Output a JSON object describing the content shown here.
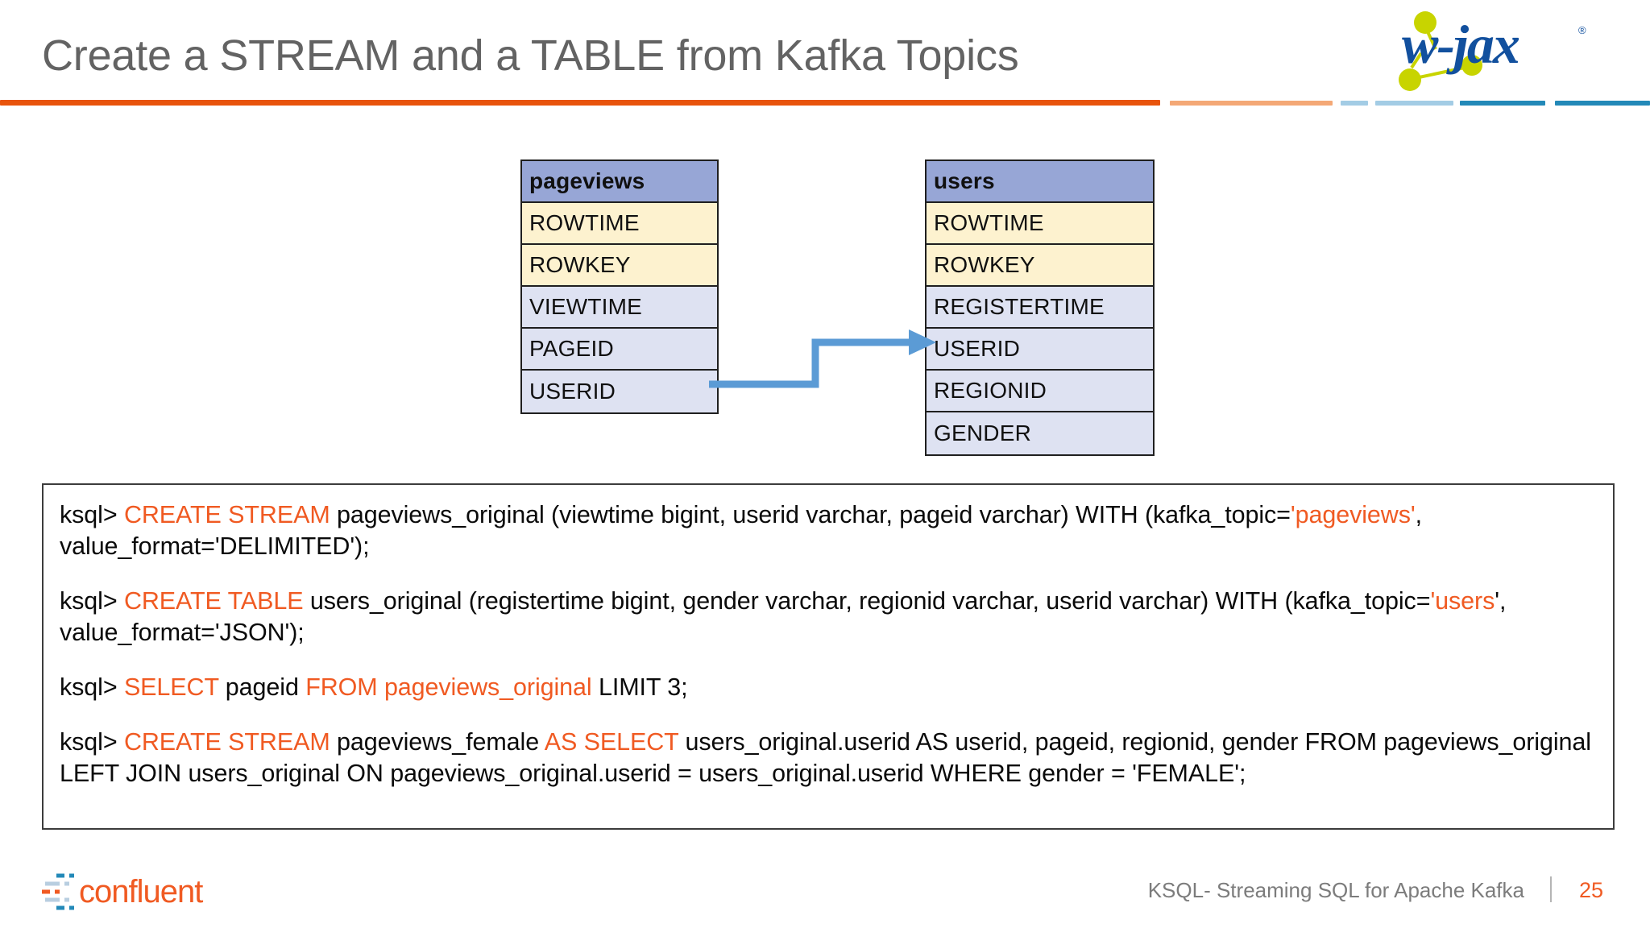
{
  "slide": {
    "title": "Create a STREAM and a TABLE from Kafka Topics",
    "brand_logo": "wjax-logo",
    "accent_orange": "#F05A22",
    "accent_blue": "#2389B8"
  },
  "divider": {
    "segments": [
      {
        "name": "orange-main",
        "color": "#E8540C"
      },
      {
        "name": "orange-light",
        "color": "#F4A876"
      },
      {
        "name": "blue-light-1",
        "color": "#A3CCE5"
      },
      {
        "name": "blue-light-2",
        "color": "#A3CCE5"
      },
      {
        "name": "blue-dark-1",
        "color": "#2389B8"
      },
      {
        "name": "blue-dark-2",
        "color": "#2389B8"
      }
    ]
  },
  "diagram": {
    "arrow_color": "#5B9BD5",
    "arrow_label": "join-on-userid",
    "tables": [
      {
        "name": "pageviews",
        "header": "pageviews",
        "header_color": "#97A6D6",
        "meta_color": "#FDF2CF",
        "field_color": "#DEE2F2",
        "rows": [
          {
            "label": "ROWTIME",
            "kind": "meta"
          },
          {
            "label": "ROWKEY",
            "kind": "meta"
          },
          {
            "label": "VIEWTIME",
            "kind": "field"
          },
          {
            "label": "PAGEID",
            "kind": "field"
          },
          {
            "label": "USERID",
            "kind": "field"
          }
        ]
      },
      {
        "name": "users",
        "header": "users",
        "header_color": "#97A6D6",
        "meta_color": "#FDF2CF",
        "field_color": "#DEE2F2",
        "rows": [
          {
            "label": "ROWTIME",
            "kind": "meta"
          },
          {
            "label": "ROWKEY",
            "kind": "meta"
          },
          {
            "label": "REGISTERTIME",
            "kind": "field"
          },
          {
            "label": "USERID",
            "kind": "field"
          },
          {
            "label": "REGIONID",
            "kind": "field"
          },
          {
            "label": "GENDER",
            "kind": "field"
          }
        ]
      }
    ]
  },
  "code": {
    "keyword_color": "#F05A22",
    "text_color": "#0A0A0A",
    "statements": [
      {
        "id": "create-stream-pageviews",
        "parts": [
          {
            "t": "ksql> ",
            "kw": false
          },
          {
            "t": "CREATE STREAM",
            "kw": true
          },
          {
            "t": " pageviews_original (viewtime bigint, userid varchar, pageid varchar) WITH (kafka_topic=",
            "kw": false
          },
          {
            "t": "'pageviews'",
            "kw": true
          },
          {
            "t": ", value_format='DELIMITED');",
            "kw": false
          }
        ]
      },
      {
        "id": "create-table-users",
        "parts": [
          {
            "t": "ksql> ",
            "kw": false
          },
          {
            "t": "CREATE TABLE",
            "kw": true
          },
          {
            "t": " users_original (registertime bigint, gender varchar, regionid varchar, userid varchar) WITH (kafka_topic=",
            "kw": false
          },
          {
            "t": "'users",
            "kw": true
          },
          {
            "t": "', value_format='JSON');",
            "kw": false
          }
        ]
      },
      {
        "id": "select-pageid",
        "parts": [
          {
            "t": "ksql> ",
            "kw": false
          },
          {
            "t": "SELECT",
            "kw": true
          },
          {
            "t": " pageid ",
            "kw": false
          },
          {
            "t": "FROM pageviews_original",
            "kw": true
          },
          {
            "t": " LIMIT 3;",
            "kw": false
          }
        ]
      },
      {
        "id": "create-stream-pageviews-female",
        "parts": [
          {
            "t": "ksql> ",
            "kw": false
          },
          {
            "t": "CREATE STREAM",
            "kw": true
          },
          {
            "t": " pageviews_female ",
            "kw": false
          },
          {
            "t": "AS SELECT",
            "kw": true
          },
          {
            "t": " users_original.userid AS userid, pageid, regionid, gender FROM pageviews_original LEFT JOIN users_original ON pageviews_original.userid = users_original.userid WHERE gender = 'FEMALE';",
            "kw": false
          }
        ]
      }
    ]
  },
  "footer": {
    "logo": "confluent-logo",
    "text": "KSQL- Streaming SQL for Apache Kafka",
    "page": "25",
    "page_color": "#F05A22"
  }
}
